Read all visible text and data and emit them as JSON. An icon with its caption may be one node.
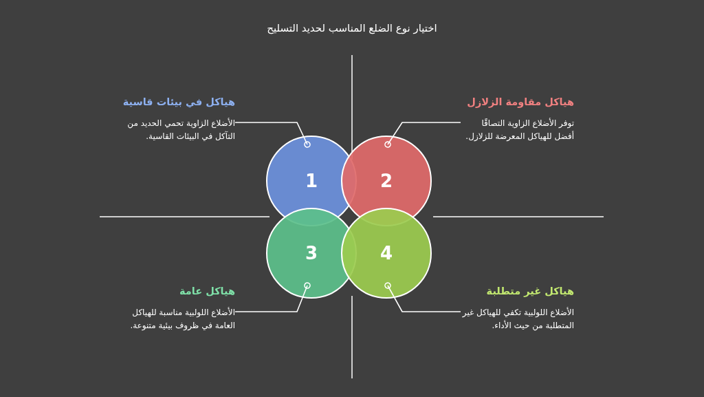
{
  "diagram": {
    "title": "اختيار نوع الضلع المناسب لحديد التسليح",
    "nodes": [
      {
        "text": [
          "1"
        ]
      },
      {
        "text": [
          "2"
        ]
      },
      {
        "text": [
          "3"
        ]
      },
      {
        "text": [
          "4"
        ]
      },
      {
        "text": [
          "هياكل في بيئات قاسية",
          "الأضلاع الزاوية تحمي الحديد من التآكل في البيئات القاسية."
        ]
      },
      {
        "text": [
          "هياكل مقاومة الزلازل",
          "توفر الأضلاع الزاوية التصاقًا أفضل للهياكل المعرضة للزلازل."
        ]
      },
      {
        "text": [
          "هياكل عامة",
          "الأضلاع اللولبية مناسبة للهياكل العامة في ظروف بيئية متنوعة."
        ]
      },
      {
        "text": [
          "هياكل غير متطلبة",
          "الأضلاع اللولبية تكفي للهياكل غير المتطلبة من حيث الأداء."
        ]
      }
    ],
    "edges": [
      {
        "from": 4,
        "to": 0,
        "arrow": "other"
      },
      {
        "from": 5,
        "to": 1,
        "arrow": "other"
      },
      {
        "from": 6,
        "to": 2,
        "arrow": "other"
      },
      {
        "from": 7,
        "to": 3,
        "arrow": "other"
      }
    ]
  }
}
